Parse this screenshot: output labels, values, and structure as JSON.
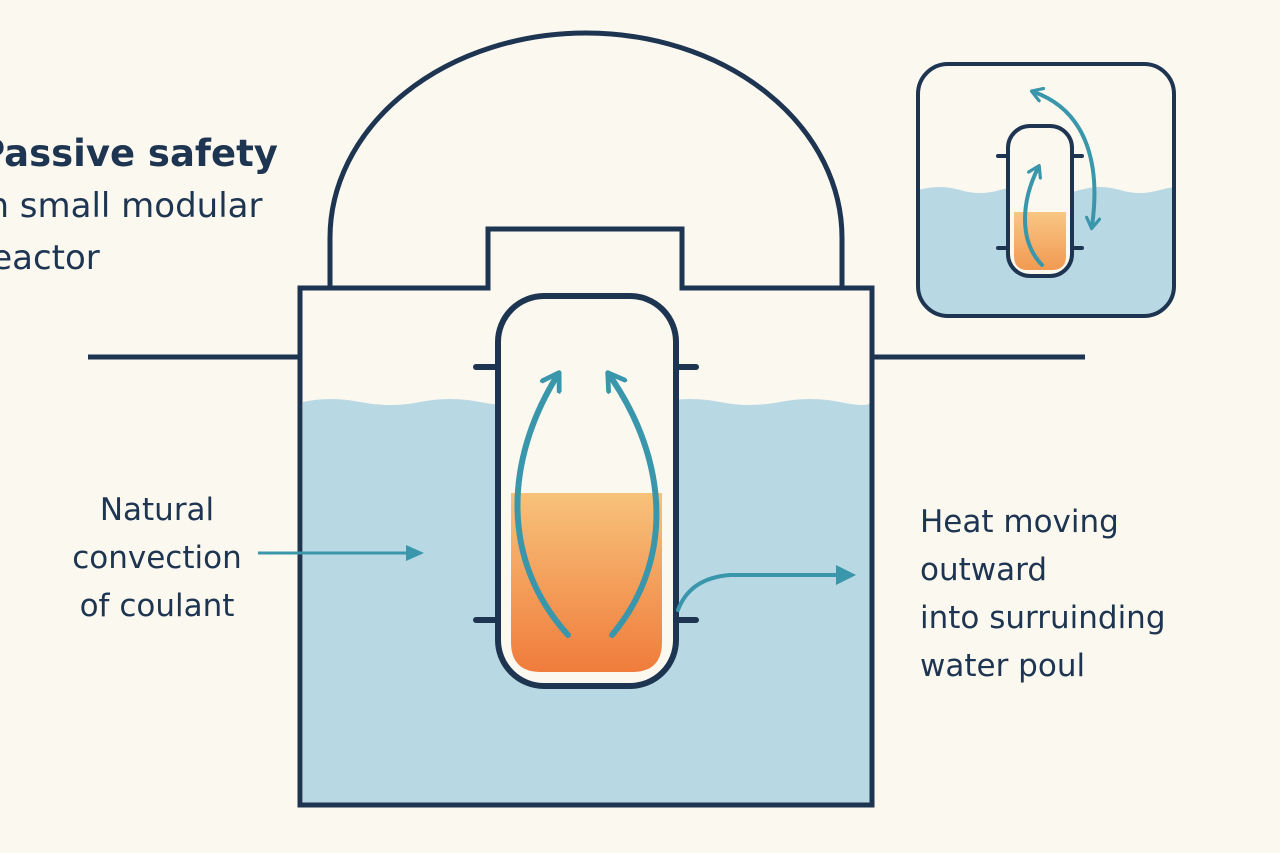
{
  "title": {
    "bold": "Passive safety",
    "lines": [
      "in small modular",
      "reactor"
    ]
  },
  "labels": {
    "left": [
      "Natural",
      "convection",
      "of coulant"
    ],
    "right": [
      "Heat moving",
      "outward",
      "into surruinding",
      "water poul"
    ]
  },
  "colors": {
    "background": "#fbf8f0",
    "outline": "#1e3552",
    "water": "#b8d8e4",
    "arrow": "#3a97ab",
    "core_top": "#f7c27a",
    "core_bottom": "#f07c3c"
  },
  "icons": [
    "containment-dome",
    "reactor-pool",
    "reactor-vessel",
    "convection-arrow",
    "heat-arrow",
    "inset-reactor"
  ]
}
